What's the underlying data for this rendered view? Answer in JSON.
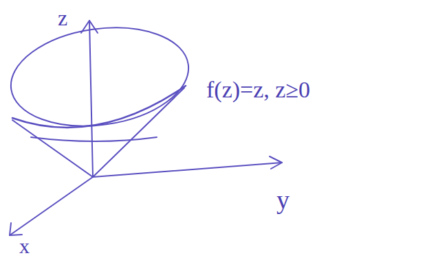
{
  "diagram": {
    "labels": [
      "z",
      "f(z)=z, z≥0",
      "y",
      "x"
    ]
  }
}
